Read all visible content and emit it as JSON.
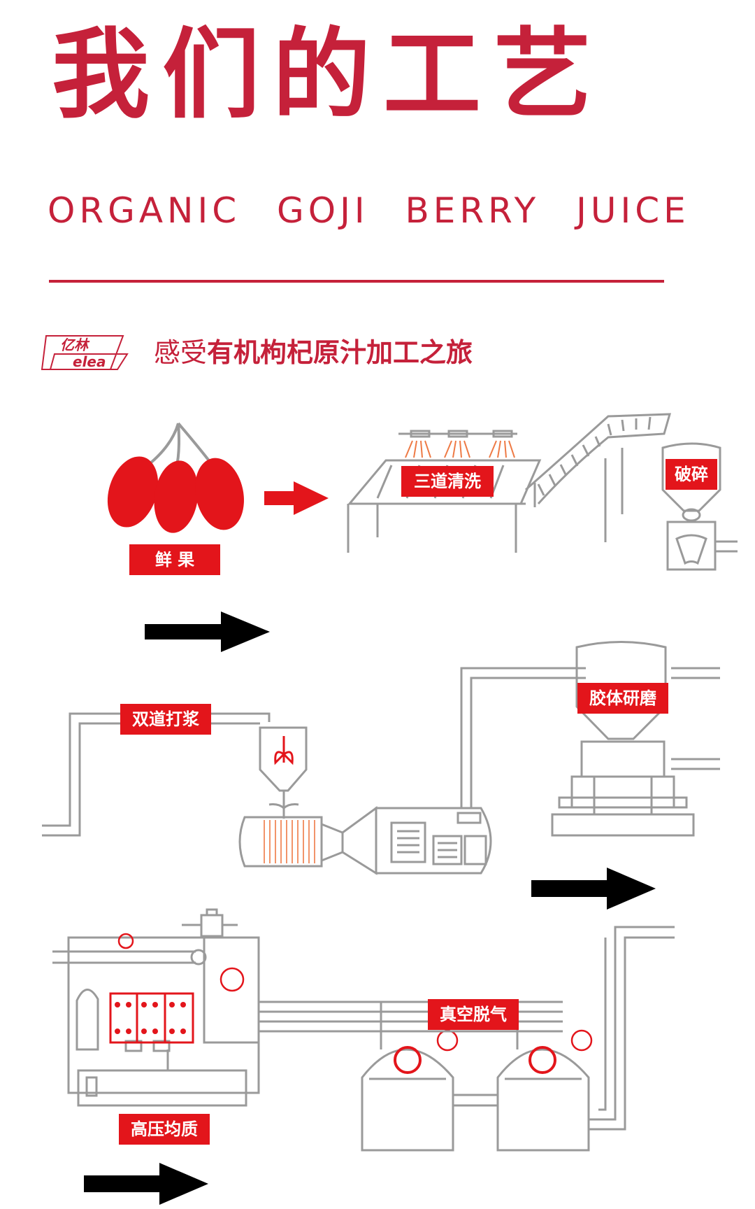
{
  "header": {
    "title": "我们的工艺",
    "subtitle": "ORGANIC GOJI BERRY JUICE"
  },
  "brand": {
    "logo_top": "亿林",
    "logo_bottom": "elea"
  },
  "tagline": {
    "prefix": "感受",
    "emphasis": "有机枸杞原汁加工之旅"
  },
  "steps": [
    {
      "label": "鲜 果"
    },
    {
      "label": "三道清洗"
    },
    {
      "label": "破碎"
    },
    {
      "label": "双道打浆"
    },
    {
      "label": "胶体研磨"
    },
    {
      "label": "真空脱气"
    },
    {
      "label": "高压均质"
    }
  ],
  "colors": {
    "brand_red": "#c5213a",
    "label_red": "#e3151b",
    "line_gray": "#9a9a9a",
    "arrow_black": "#000000",
    "spray_orange": "#ee7a45"
  }
}
